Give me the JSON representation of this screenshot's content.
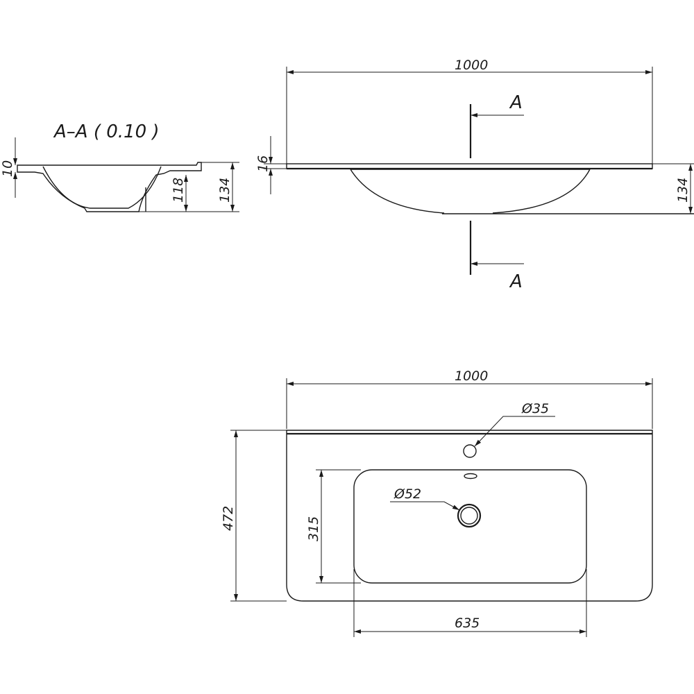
{
  "section_view": {
    "title": "A–A ( 0.10 )",
    "dims": {
      "thickness": "10",
      "inner_depth": "118",
      "total_height": "134"
    }
  },
  "front_view": {
    "dims": {
      "width": "1000",
      "slab": "16",
      "height": "134"
    },
    "section_marks": {
      "top": "A",
      "bottom": "A"
    }
  },
  "top_view": {
    "dims": {
      "width": "1000",
      "depth": "472",
      "basin_depth": "315",
      "basin_width": "635",
      "tap_hole": "Ø35",
      "drain": "Ø52"
    }
  }
}
